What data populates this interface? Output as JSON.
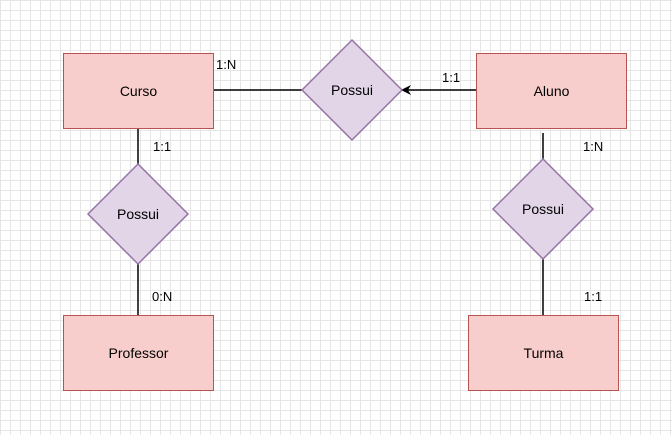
{
  "diagram": {
    "entities": {
      "curso": "Curso",
      "aluno": "Aluno",
      "professor": "Professor",
      "turma": "Turma"
    },
    "relationships": {
      "curso_aluno": "Possui",
      "curso_professor": "Possui",
      "aluno_turma": "Possui"
    },
    "cardinalities": {
      "curso_top": "1:N",
      "aluno_left": "1:1",
      "curso_bottom": "1:1",
      "professor_top": "0:N",
      "aluno_bottom": "1:N",
      "turma_top": "1:1"
    },
    "colors": {
      "entity_fill": "#f8cecc",
      "entity_stroke": "#b85450",
      "relationship_fill": "#e1d5e7",
      "relationship_stroke": "#9673a6",
      "grid": "#e6e6e6"
    }
  }
}
